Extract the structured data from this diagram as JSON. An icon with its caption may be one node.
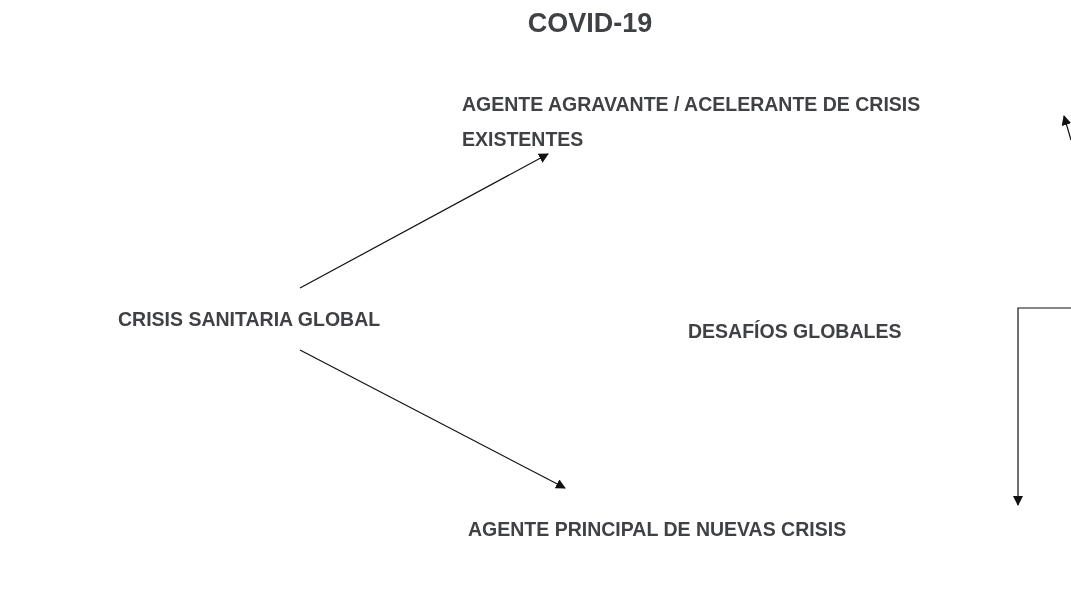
{
  "diagram": {
    "title": "COVID-19",
    "nodes": [
      {
        "text": [
          "CRISIS SANITARIA GLOBAL"
        ]
      },
      {
        "text": [
          "AGENTE AGRAVANTE / ACELERANTE DE CRISIS EXISTENTES"
        ]
      },
      {
        "text": [
          "DESAFÍOS GLOBALES"
        ]
      },
      {
        "text": [
          "AGENTE PRINCIPAL DE NUEVAS CRISIS"
        ]
      }
    ],
    "edges": [
      {
        "from": 0,
        "to": 1,
        "arrow": "to"
      },
      {
        "from": 0,
        "to": 3,
        "arrow": "to"
      }
    ]
  }
}
